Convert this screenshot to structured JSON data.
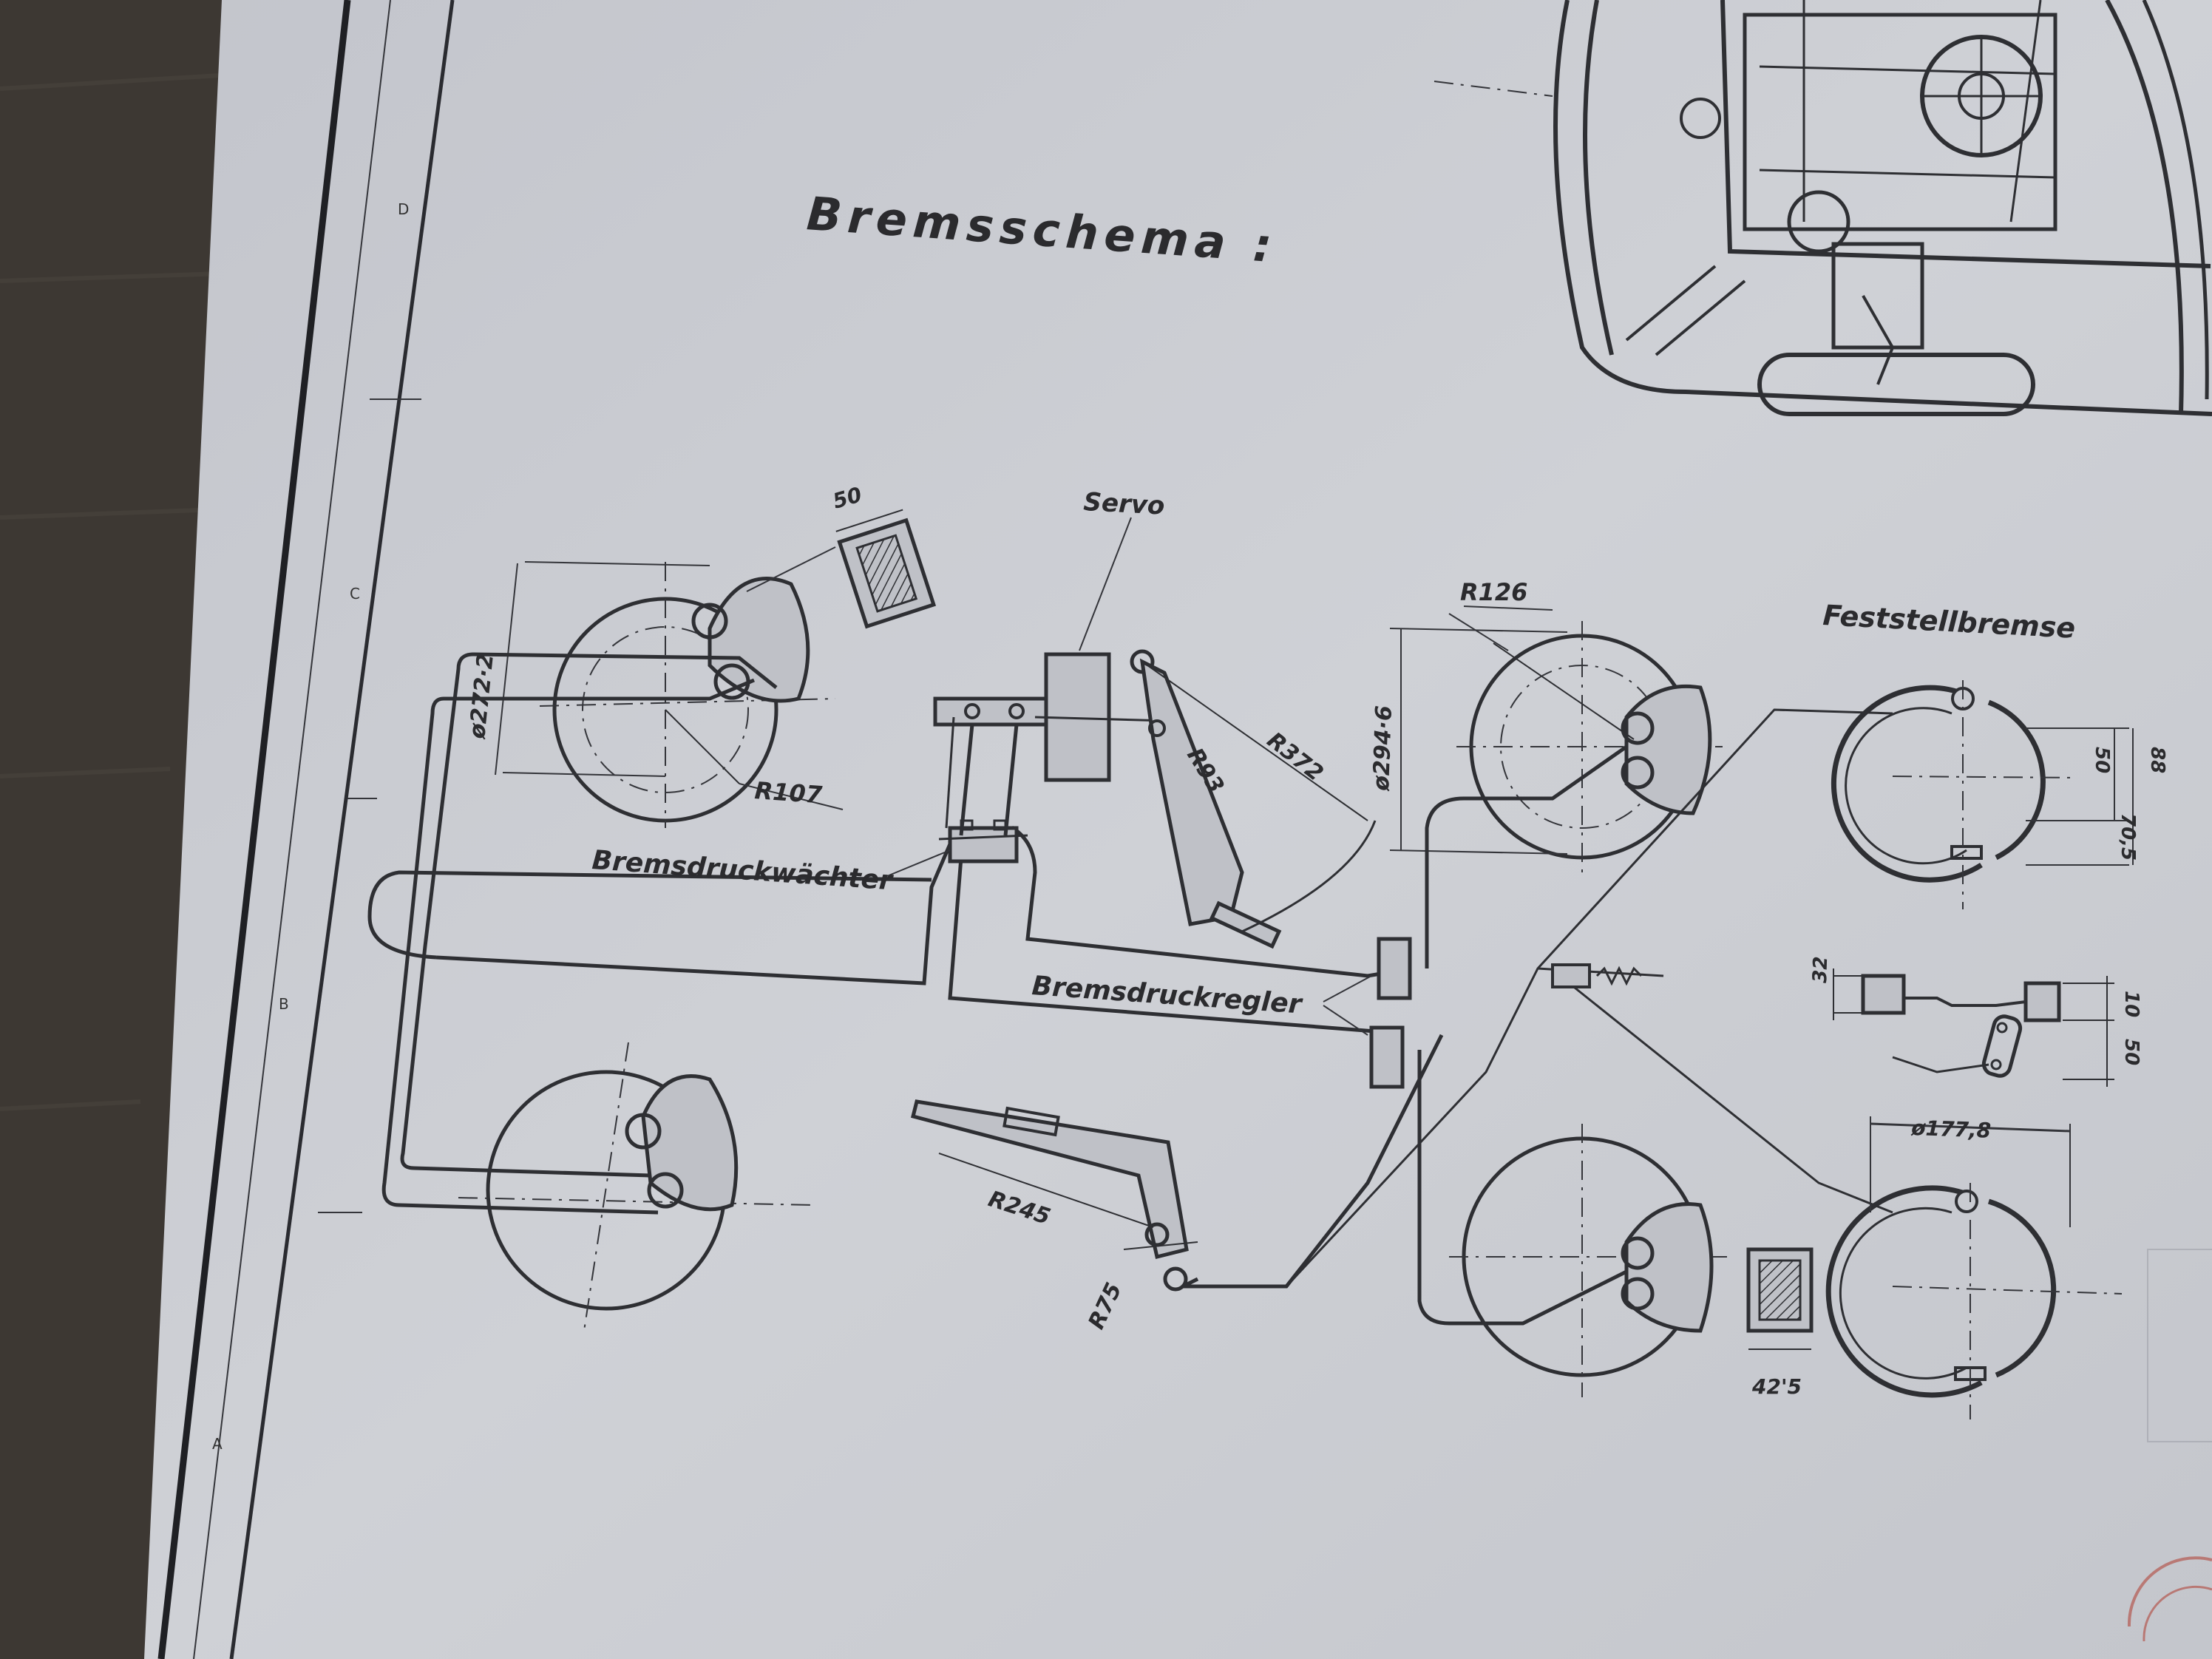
{
  "title": "Bremsschema :",
  "labels": {
    "servo": "Servo",
    "bremsdruckwaechter": "Bremsdruckwächter",
    "bremsdruckregler": "Bremsdruckregler",
    "feststellbremse": "Feststellbremse"
  },
  "dimensions": {
    "pad_front": "50",
    "front_disc_dia": "ø272·2",
    "front_radius": "R107",
    "rear_radius": "R126",
    "rear_disc_dia": "ø294·6",
    "pedal_r93": "R93",
    "pedal_r372": "R372",
    "handbrake_r245": "R245",
    "handbrake_r75": "R75",
    "shoe_50": "50",
    "shoe_70_5": "70,5",
    "shoe_88": "88",
    "lever_32": "32",
    "lever_10": "10",
    "lever_50": "50",
    "drum_dia": "ø177,8",
    "pad_rear": "42'5"
  },
  "zone_letters": [
    "D",
    "C",
    "B",
    "A"
  ],
  "colors": {
    "paper": "#c9cbd1",
    "ink": "#2e2f33",
    "wood": "#3f3a35"
  }
}
